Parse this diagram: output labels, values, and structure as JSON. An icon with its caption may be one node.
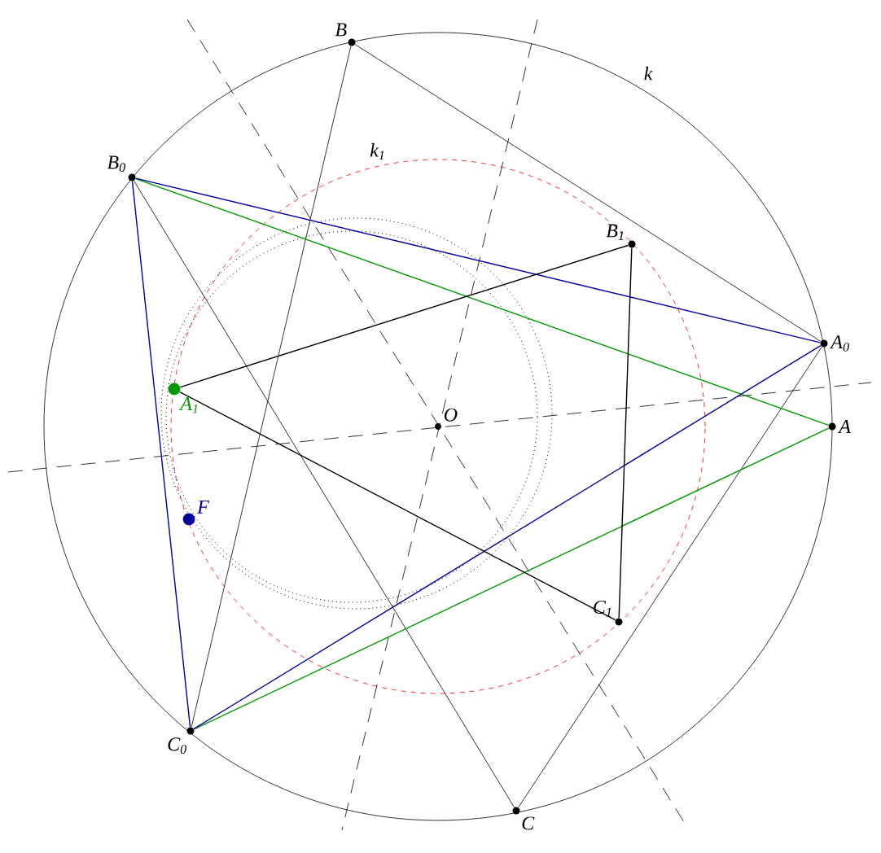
{
  "diagram": {
    "nodes": [
      {
        "text": [
          "B"
        ]
      },
      {
        "text": [
          "B$_{0}$"
        ]
      },
      {
        "text": [
          "B$_{1}$"
        ]
      },
      {
        "text": [
          "A$_{1}$"
        ]
      },
      {
        "text": [
          "O"
        ]
      },
      {
        "text": [
          "A$_{0}$"
        ]
      },
      {
        "text": [
          "A"
        ]
      },
      {
        "text": [
          "F"
        ]
      },
      {
        "text": [
          "C$_{1}$"
        ]
      },
      {
        "text": [
          "C$_{0}$"
        ]
      },
      {
        "text": [
          "C"
        ]
      }
    ],
    "edges": [
      {
        "from": 0,
        "to": 5,
        "arrow": "none"
      },
      {
        "from": 5,
        "to": 10,
        "arrow": "none"
      },
      {
        "from": 10,
        "to": 1,
        "arrow": "none"
      },
      {
        "from": 0,
        "to": 9,
        "arrow": "none"
      },
      {
        "from": 1,
        "to": 6,
        "arrow": "none",
        "color": "#009900"
      },
      {
        "from": 6,
        "to": 9,
        "arrow": "none",
        "color": "#009900"
      },
      {
        "from": 1,
        "to": 5,
        "arrow": "none",
        "color": "#0000a0"
      },
      {
        "from": 5,
        "to": 9,
        "arrow": "none",
        "color": "#0000a0"
      },
      {
        "from": 9,
        "to": 1,
        "arrow": "none",
        "color": "#0000a0"
      },
      {
        "from": 3,
        "to": 2,
        "arrow": "none"
      },
      {
        "from": 2,
        "to": 8,
        "arrow": "none"
      },
      {
        "from": 8,
        "to": 3,
        "arrow": "none"
      }
    ],
    "labels": [
      "k",
      "k$_{1}$"
    ]
  }
}
